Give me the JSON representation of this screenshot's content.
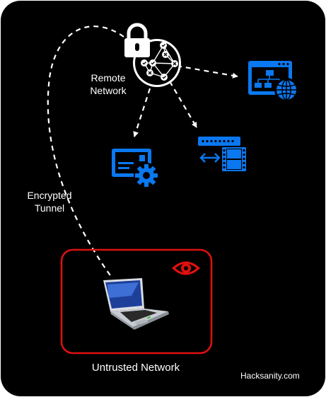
{
  "labels": {
    "remote_network": [
      "Remote",
      "Network"
    ],
    "encrypted_tunnel": [
      "Encrypted",
      "Tunnel"
    ],
    "untrusted_network": "Untrusted Network",
    "brand": "Hacksanity.com"
  },
  "colors": {
    "background": "#000000",
    "foreground": "#ffffff",
    "service_blue": "#0a78f0",
    "untrusted_red": "#e01010"
  },
  "icons": {
    "lock": "padlock-icon",
    "network": "network-globe-icon",
    "web_server": "web-sitemap-globe-icon",
    "mail_server": "mail-gear-icon",
    "media_server": "media-stream-icon",
    "laptop": "laptop-icon",
    "eye": "eye-surveillance-icon"
  }
}
